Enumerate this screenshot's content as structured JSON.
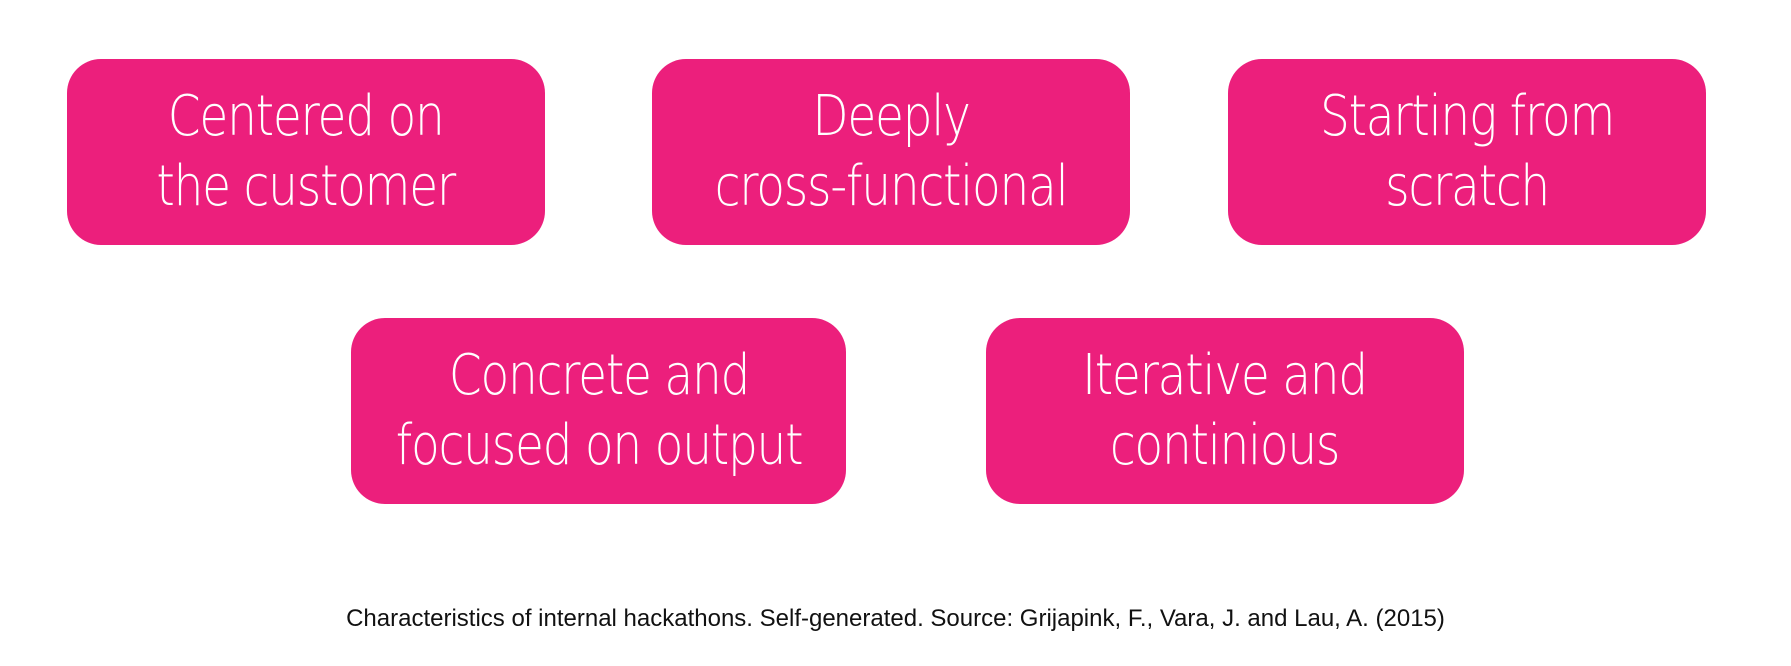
{
  "colors": {
    "box": "#ec1f7c",
    "box_text": "#ffffff",
    "caption_text": "#111111"
  },
  "boxes": [
    {
      "lines": [
        "Centered on",
        "the customer"
      ]
    },
    {
      "lines": [
        "Deeply",
        "cross-functional"
      ]
    },
    {
      "lines": [
        "Starting from",
        "scratch"
      ]
    },
    {
      "lines": [
        "Concrete and",
        "focused on output"
      ]
    },
    {
      "lines": [
        "Iterative and",
        "continious"
      ]
    }
  ],
  "caption": "Characteristics of internal hackathons. Self-generated. Source: Grijapink, F., Vara, J. and Lau, A. (2015)"
}
